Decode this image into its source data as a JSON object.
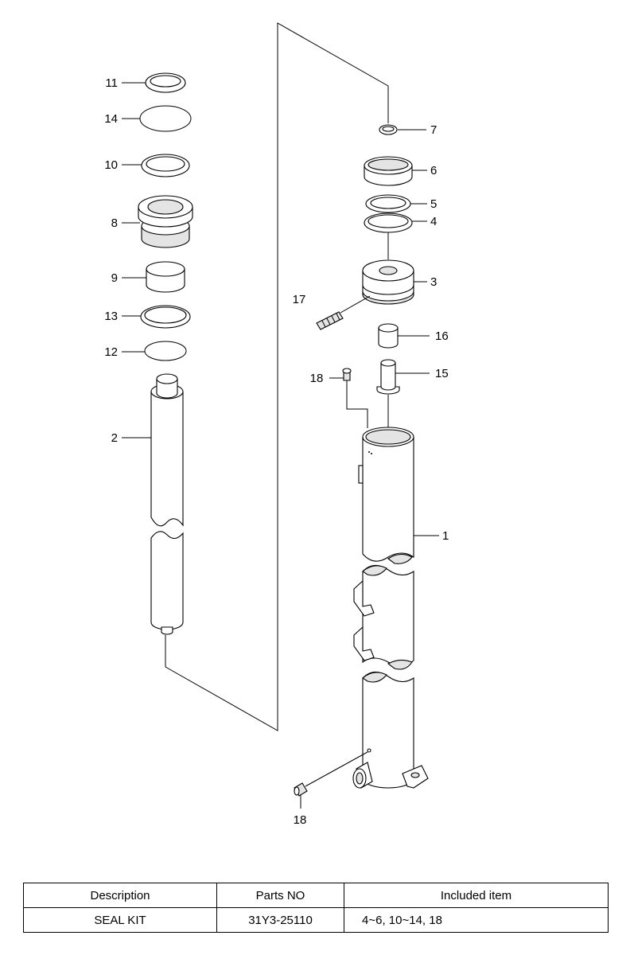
{
  "callouts": {
    "c1": "1",
    "c2": "2",
    "c3": "3",
    "c4": "4",
    "c5": "5",
    "c6": "6",
    "c7": "7",
    "c8": "8",
    "c9": "9",
    "c10": "10",
    "c11": "11",
    "c12": "12",
    "c13": "13",
    "c14": "14",
    "c15": "15",
    "c16": "16",
    "c17": "17",
    "c18a": "18",
    "c18b": "18"
  },
  "table": {
    "headers": [
      "Description",
      "Parts NO",
      "Included item"
    ],
    "rows": [
      [
        "SEAL KIT",
        "31Y3-25110",
        "4~6, 10~14, 18"
      ]
    ]
  }
}
